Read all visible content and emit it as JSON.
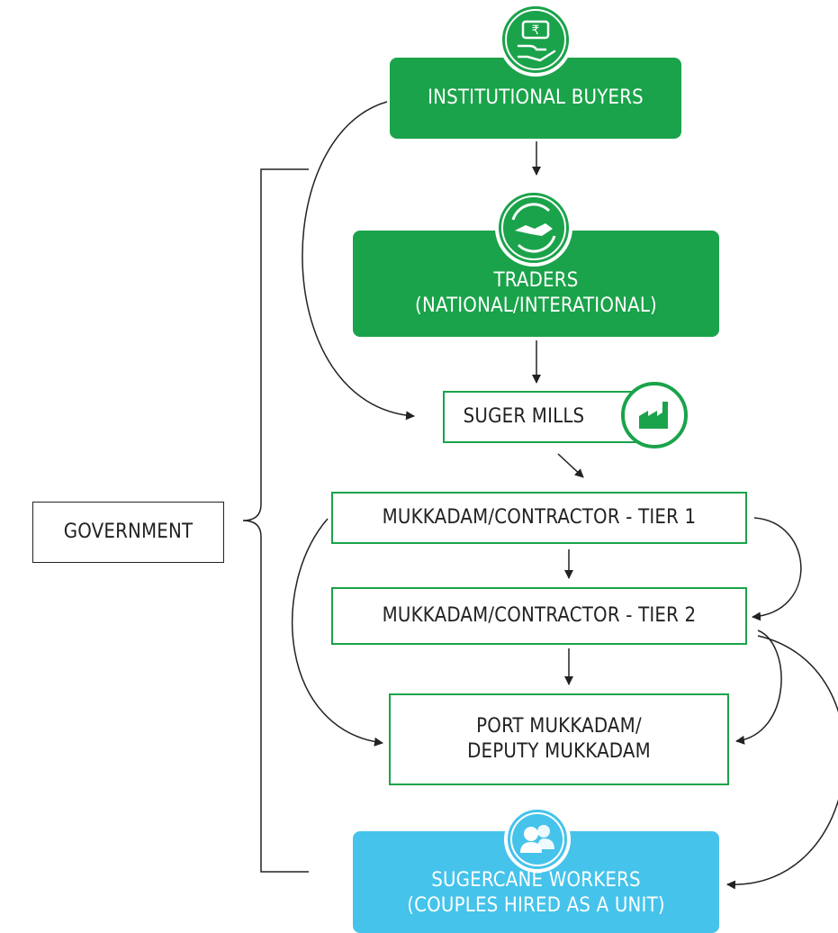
{
  "nodes": {
    "institutional_buyers": "INSTITUTIONAL BUYERS",
    "traders_line1": "TRADERS",
    "traders_line2": "(NATIONAL/INTERATIONAL)",
    "suger_mills": "SUGER MILLS",
    "tier1": "MUKKADAM/CONTRACTOR - TIER 1",
    "tier2": "MUKKADAM/CONTRACTOR - TIER 2",
    "port_line1": "PORT MUKKADAM/",
    "port_line2": "DEPUTY MUKKADAM",
    "workers_line1": "SUGERCANE WORKERS",
    "workers_line2": "(COUPLES HIRED AS A UNIT)",
    "government": "GOVERNMENT"
  },
  "icons": {
    "institutional_buyers": "rupee-hand-icon",
    "traders": "handshake-icon",
    "suger_mills": "factory-icon",
    "workers": "people-icon"
  },
  "colors": {
    "green": "#1aa34a",
    "blue": "#45c3eb",
    "line": "#222222"
  }
}
